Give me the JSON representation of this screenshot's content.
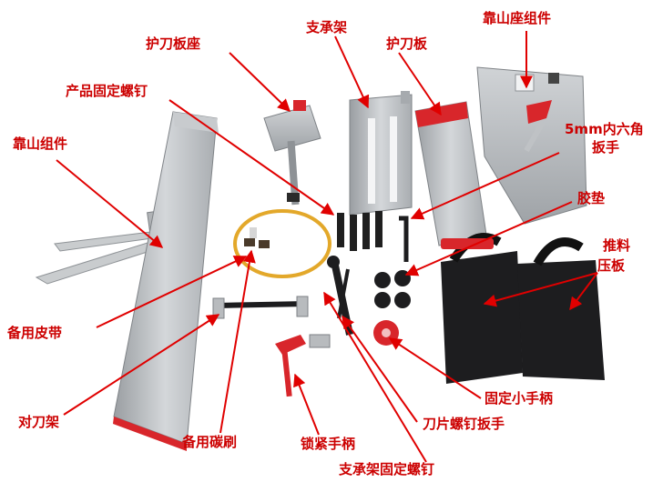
{
  "colors": {
    "label": "#cc0000",
    "arrow": "#e00000",
    "metal": "#b9bcbf",
    "metal_dark": "#8e9296",
    "accent_red": "#d8262b",
    "black_part": "#1d1d1f",
    "belt": "#e3a82a"
  },
  "labels": {
    "knife_guard_seat": "护刀板座",
    "support_frame": "支承架",
    "knife_guard": "护刀板",
    "fence_seat_assembly": "靠山座组件",
    "product_fixing_screw": "产品固定螺钉",
    "fence_assembly": "靠山组件",
    "hex_wrench_line1": "5mm内六角",
    "hex_wrench_line2": "扳手",
    "rubber_pad": "胶垫",
    "push_block_line1": "推料",
    "push_block_line2": "压板",
    "spare_belt": "备用皮带",
    "fixing_small_handle": "固定小手柄",
    "blade_screw_wrench": "刀片螺钉扳手",
    "blade_setter": "对刀架",
    "spare_carbon_brush": "备用碳刷",
    "locking_handle": "锁紧手柄",
    "support_frame_fixing_screw": "支承架固定螺钉"
  }
}
